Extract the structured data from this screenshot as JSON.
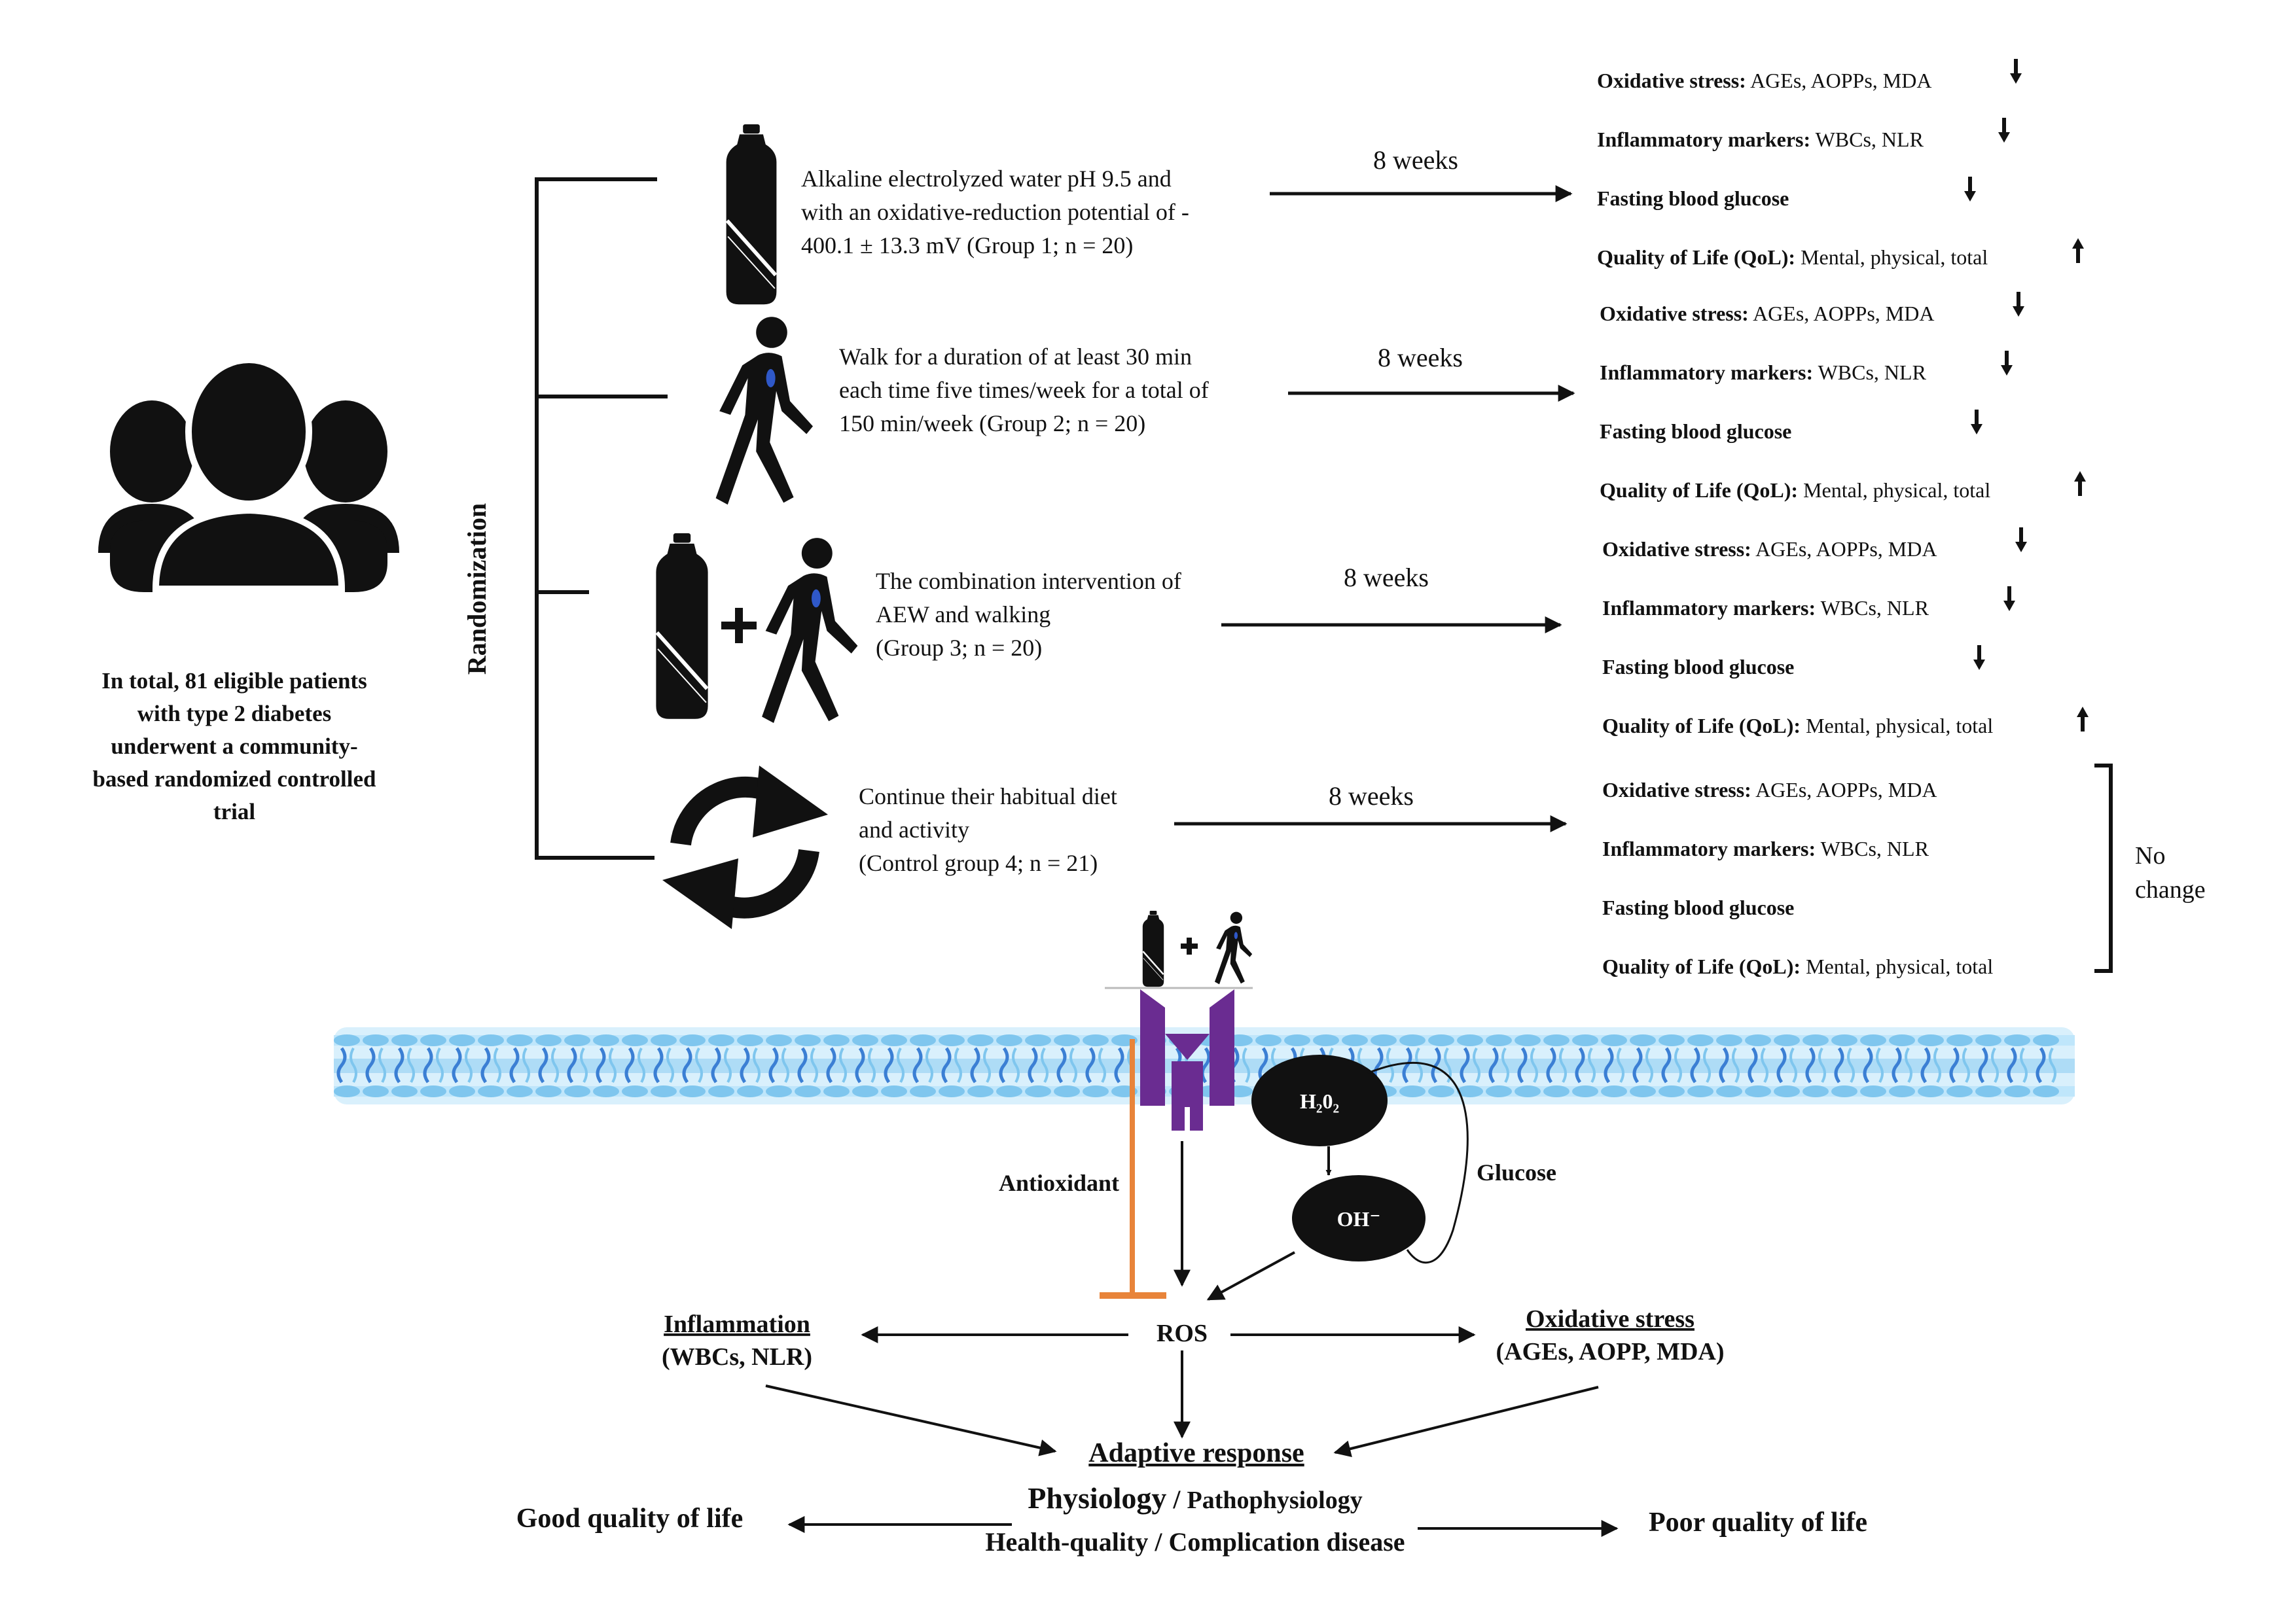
{
  "population": {
    "lines": [
      "In total, 81 eligible patients",
      "with type 2 diabetes",
      "underwent a community-",
      "based randomized controlled",
      "trial"
    ]
  },
  "randomization_label": "Randomization",
  "groups": [
    {
      "desc": [
        "Alkaline electrolyzed water pH 9.5 and",
        "with an oxidative-reduction potential of -",
        "400.1 ± 13.3 mV (Group 1; n = 20)"
      ],
      "duration": "8 weeks",
      "outcomes": [
        {
          "bold": "Oxidative stress:",
          "rest": " AGEs, AOPPs, MDA",
          "trend": "down"
        },
        {
          "bold": "Inflammatory markers:",
          "rest": " WBCs, NLR",
          "trend": "down"
        },
        {
          "bold": "Fasting blood glucose",
          "rest": "",
          "trend": "down"
        },
        {
          "bold": "Quality of Life (QoL):",
          "rest": " Mental, physical, total",
          "trend": "up"
        }
      ]
    },
    {
      "desc": [
        "Walk for a duration of at least 30 min",
        "each time five times/week for a total of",
        "150 min/week (Group 2; n = 20)"
      ],
      "duration": "8 weeks",
      "outcomes": [
        {
          "bold": "Oxidative stress:",
          "rest": " AGEs, AOPPs, MDA",
          "trend": "down"
        },
        {
          "bold": "Inflammatory markers:",
          "rest": " WBCs, NLR",
          "trend": "down"
        },
        {
          "bold": "Fasting blood glucose",
          "rest": "",
          "trend": "down"
        },
        {
          "bold": "Quality of Life (QoL):",
          "rest": " Mental, physical, total",
          "trend": "up"
        }
      ]
    },
    {
      "desc": [
        "The combination intervention of",
        "AEW and walking",
        "(Group 3; n = 20)"
      ],
      "duration": "8 weeks",
      "outcomes": [
        {
          "bold": "Oxidative stress:",
          "rest": " AGEs, AOPPs, MDA",
          "trend": "down"
        },
        {
          "bold": "Inflammatory markers:",
          "rest": " WBCs, NLR",
          "trend": "down"
        },
        {
          "bold": "Fasting blood glucose",
          "rest": "",
          "trend": "down"
        },
        {
          "bold": "Quality of Life (QoL):",
          "rest": " Mental, physical, total",
          "trend": "up"
        }
      ]
    },
    {
      "desc": [
        "Continue their habitual diet",
        "and activity",
        "(Control group 4; n = 21)"
      ],
      "duration": "8 weeks",
      "outcomes": [
        {
          "bold": "Oxidative stress:",
          "rest": " AGEs, AOPPs, MDA",
          "trend": "none"
        },
        {
          "bold": "Inflammatory markers:",
          "rest": " WBCs, NLR",
          "trend": "none"
        },
        {
          "bold": "Fasting blood glucose",
          "rest": "",
          "trend": "none"
        },
        {
          "bold": "Quality of Life (QoL):",
          "rest": " Mental, physical, total",
          "trend": "none"
        }
      ]
    }
  ],
  "no_change": [
    "No",
    "change"
  ],
  "mechanism": {
    "h2o2": "H₂0₂",
    "oh": "OH⁻",
    "glucose": "Glucose",
    "antioxidant": "Antioxidant",
    "ros": "ROS",
    "inflammation": "Inflammation",
    "inflammation_sub": "(WBCs, NLR)",
    "oxidative_stress": "Oxidative stress",
    "oxidative_sub": "(AGEs, AOPP, MDA)",
    "adaptive": "Adaptive response",
    "physiology": "Physiology",
    "slash": " / ",
    "pathophysiology": "Pathophysiology",
    "health": "Health-quality / Complication disease",
    "good_qol": "Good quality of life",
    "poor_qol": "Poor quality of life"
  },
  "colors": {
    "ink": "#111111",
    "membrane_light": "#bfe6fb",
    "membrane_mid": "#7fc6ee",
    "membrane_dark": "#3b7fd4",
    "receptor": "#6a2c91",
    "antioxidant_line": "#e8843a",
    "heart": "#2f58c8"
  }
}
